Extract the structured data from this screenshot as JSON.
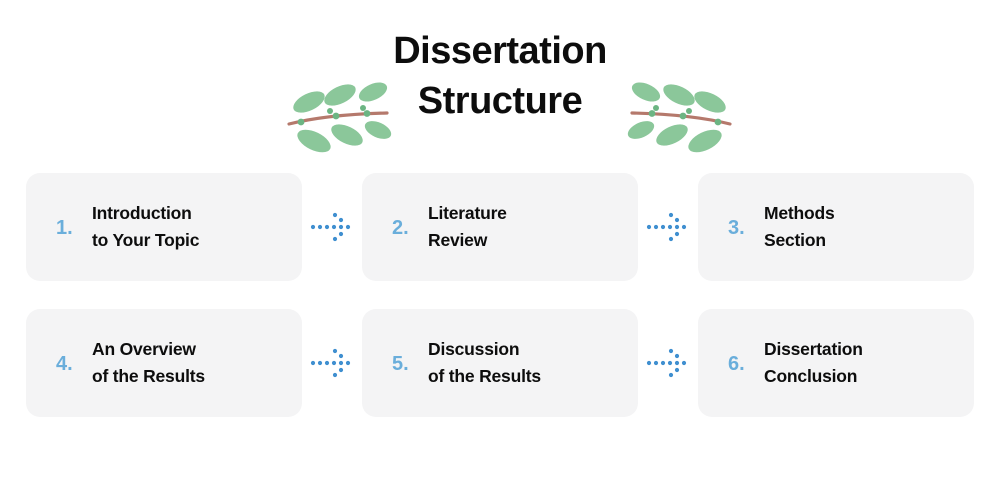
{
  "header": {
    "title": "Dissertation\nStructure",
    "decoration_left": "leaf-branch-left",
    "decoration_right": "leaf-branch-right"
  },
  "colors": {
    "page_background": "#ffffff",
    "card_background": "#f4f4f5",
    "number_accent": "#6aaedb",
    "text": "#0d0d0d",
    "arrow": "#3f8fd0",
    "leaf": "#8bc79a",
    "stem": "#b5796c"
  },
  "flow": {
    "connector_icon": "dotted-arrow-right-icon",
    "rows": [
      {
        "steps": [
          {
            "number": "1.",
            "label": "Introduction\nto Your Topic"
          },
          {
            "number": "2.",
            "label": "Literature\nReview"
          },
          {
            "number": "3.",
            "label": "Methods\nSection"
          }
        ]
      },
      {
        "steps": [
          {
            "number": "4.",
            "label": "An Overview\nof the Results"
          },
          {
            "number": "5.",
            "label": "Discussion\nof the Results"
          },
          {
            "number": "6.",
            "label": "Dissertation\nConclusion"
          }
        ]
      }
    ]
  }
}
